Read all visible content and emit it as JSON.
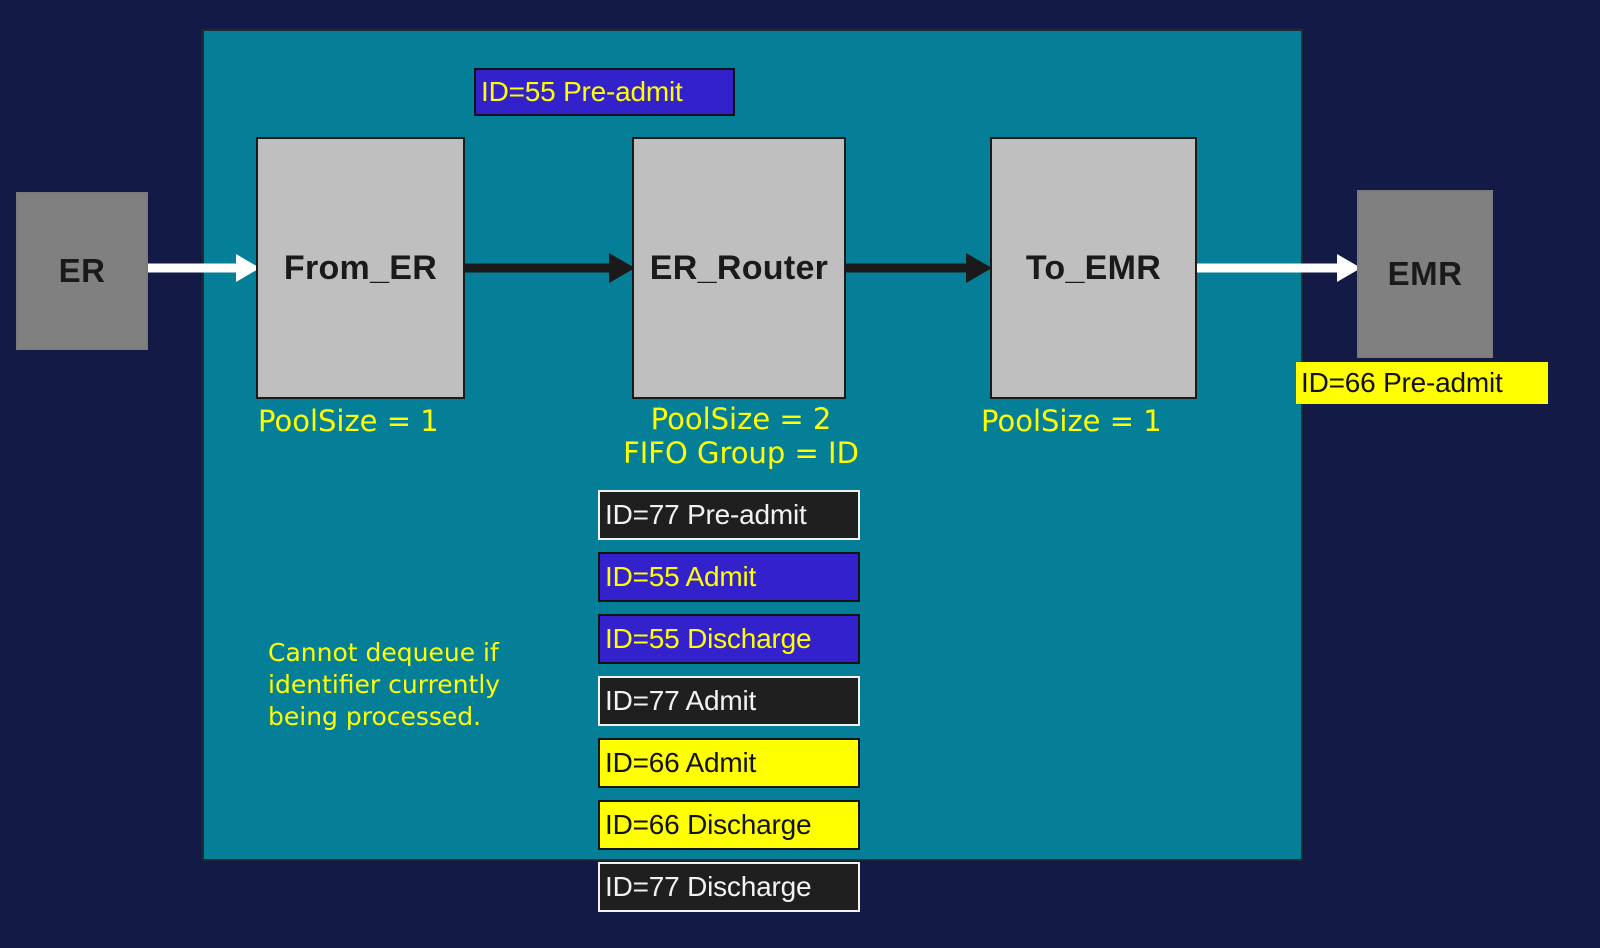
{
  "canvas": {
    "background_color": "#121a45",
    "panel_color": "#047f97"
  },
  "endpoints": [
    {
      "id": "er",
      "label": "ER"
    },
    {
      "id": "emr",
      "label": "EMR"
    }
  ],
  "processes": [
    {
      "id": "from_er",
      "label": "From_ER",
      "pool_size_label": "PoolSize = 1"
    },
    {
      "id": "er_router",
      "label": "ER_Router",
      "pool_size_label": "PoolSize = 2",
      "fifo_label": "FIFO Group = ID"
    },
    {
      "id": "to_emr",
      "label": "To_EMR",
      "pool_size_label": "PoolSize = 1"
    }
  ],
  "annotations": {
    "note_line1": "Cannot dequeue if",
    "note_line2": "identifier currently",
    "note_line3": "being processed."
  },
  "in_flight": [
    {
      "id": "chip-top",
      "label": "ID=55 Pre-admit",
      "style": "blue",
      "fill": "#3322cc",
      "text_color": "#ffff00"
    },
    {
      "id": "chip-emr",
      "label": "ID=66 Pre-admit",
      "style": "yellow",
      "fill": "#ffff00",
      "text_color": "#111111"
    }
  ],
  "queue": {
    "items": [
      {
        "label": "ID=77 Pre-admit",
        "style": "dark",
        "fill": "#1f1f1f",
        "text_color": "#f2f2f2"
      },
      {
        "label": "ID=55 Admit",
        "style": "blue",
        "fill": "#3322cc",
        "text_color": "#ffff00"
      },
      {
        "label": "ID=55 Discharge",
        "style": "blue",
        "fill": "#3322cc",
        "text_color": "#ffff00"
      },
      {
        "label": "ID=77 Admit",
        "style": "dark",
        "fill": "#1f1f1f",
        "text_color": "#f2f2f2"
      },
      {
        "label": "ID=66 Admit",
        "style": "yellow",
        "fill": "#ffff00",
        "text_color": "#111111"
      },
      {
        "label": "ID=66 Discharge",
        "style": "yellow",
        "fill": "#ffff00",
        "text_color": "#111111"
      },
      {
        "label": "ID=77 Discharge",
        "style": "dark",
        "fill": "#1f1f1f",
        "text_color": "#f2f2f2"
      }
    ]
  },
  "flows": [
    {
      "from": "ER",
      "to": "From_ER",
      "color": "#ffffff"
    },
    {
      "from": "From_ER",
      "to": "ER_Router",
      "color": "#1a1a1a"
    },
    {
      "from": "ER_Router",
      "to": "To_EMR",
      "color": "#1a1a1a"
    },
    {
      "from": "To_EMR",
      "to": "EMR",
      "color": "#ffffff"
    }
  ]
}
